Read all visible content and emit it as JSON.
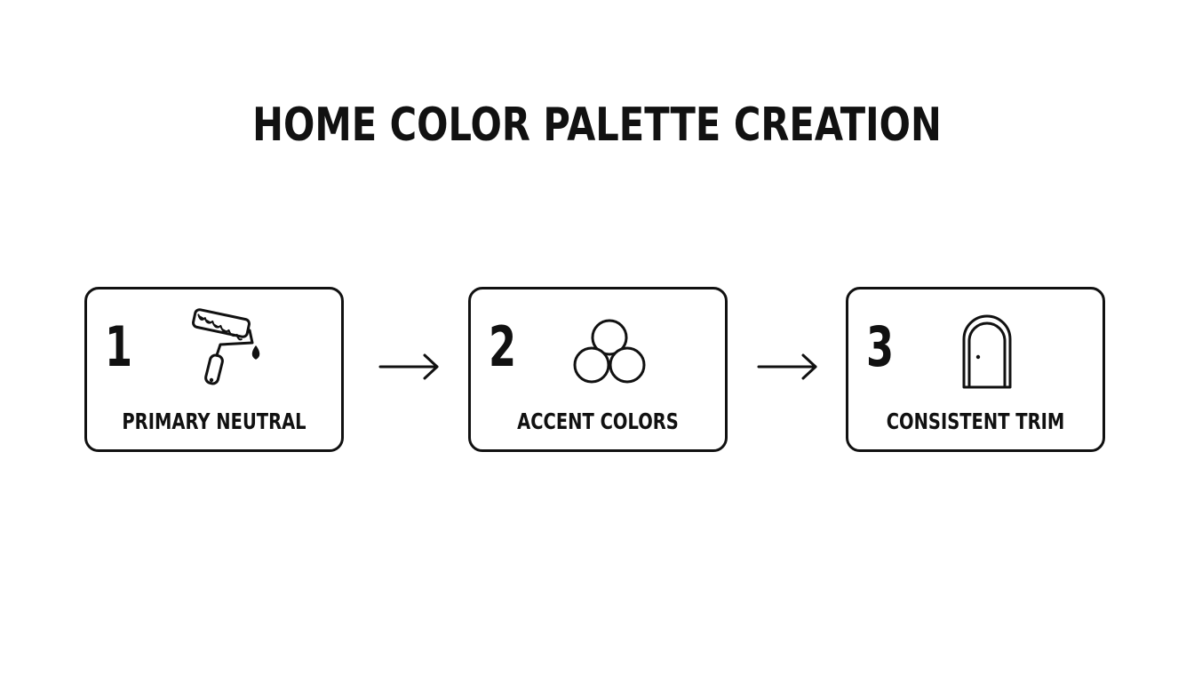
{
  "title": "HOME COLOR PALETTE CREATION",
  "steps": [
    {
      "number": "1",
      "label": "PRIMARY NEUTRAL",
      "icon": "paint-roller-icon"
    },
    {
      "number": "2",
      "label": "ACCENT COLORS",
      "icon": "color-circles-icon"
    },
    {
      "number": "3",
      "label": "CONSISTENT TRIM",
      "icon": "arched-door-icon"
    }
  ],
  "arrows": [
    "arrow-right-icon",
    "arrow-right-icon"
  ],
  "colors": {
    "ink": "#111111",
    "background": "#ffffff"
  }
}
